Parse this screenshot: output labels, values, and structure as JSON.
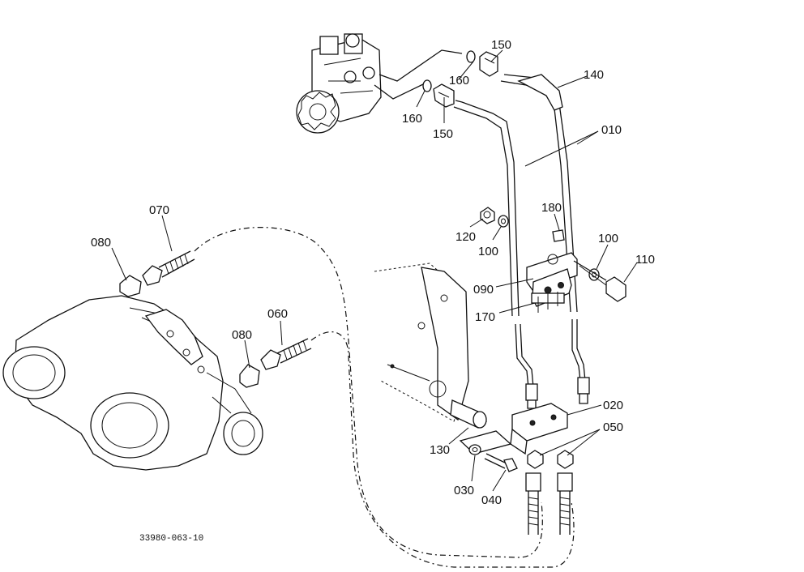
{
  "diagram": {
    "document_id": "33980-063-10",
    "callouts": [
      {
        "key": "c150a",
        "label": "150"
      },
      {
        "key": "c160a",
        "label": "160"
      },
      {
        "key": "c140",
        "label": "140"
      },
      {
        "key": "c160b",
        "label": "160"
      },
      {
        "key": "c150b",
        "label": "150"
      },
      {
        "key": "c010",
        "label": "010"
      },
      {
        "key": "c070",
        "label": "070"
      },
      {
        "key": "c080a",
        "label": "080"
      },
      {
        "key": "c180",
        "label": "180"
      },
      {
        "key": "c120",
        "label": "120"
      },
      {
        "key": "c100a",
        "label": "100"
      },
      {
        "key": "c100b",
        "label": "100"
      },
      {
        "key": "c110",
        "label": "110"
      },
      {
        "key": "c100c",
        "label": "100"
      },
      {
        "key": "c090",
        "label": "090"
      },
      {
        "key": "c170",
        "label": "170"
      },
      {
        "key": "c060",
        "label": "060"
      },
      {
        "key": "c080b",
        "label": "080"
      },
      {
        "key": "c020",
        "label": "020"
      },
      {
        "key": "c050",
        "label": "050"
      },
      {
        "key": "c130",
        "label": "130"
      },
      {
        "key": "c030",
        "label": "030"
      },
      {
        "key": "c040",
        "label": "040"
      }
    ]
  }
}
